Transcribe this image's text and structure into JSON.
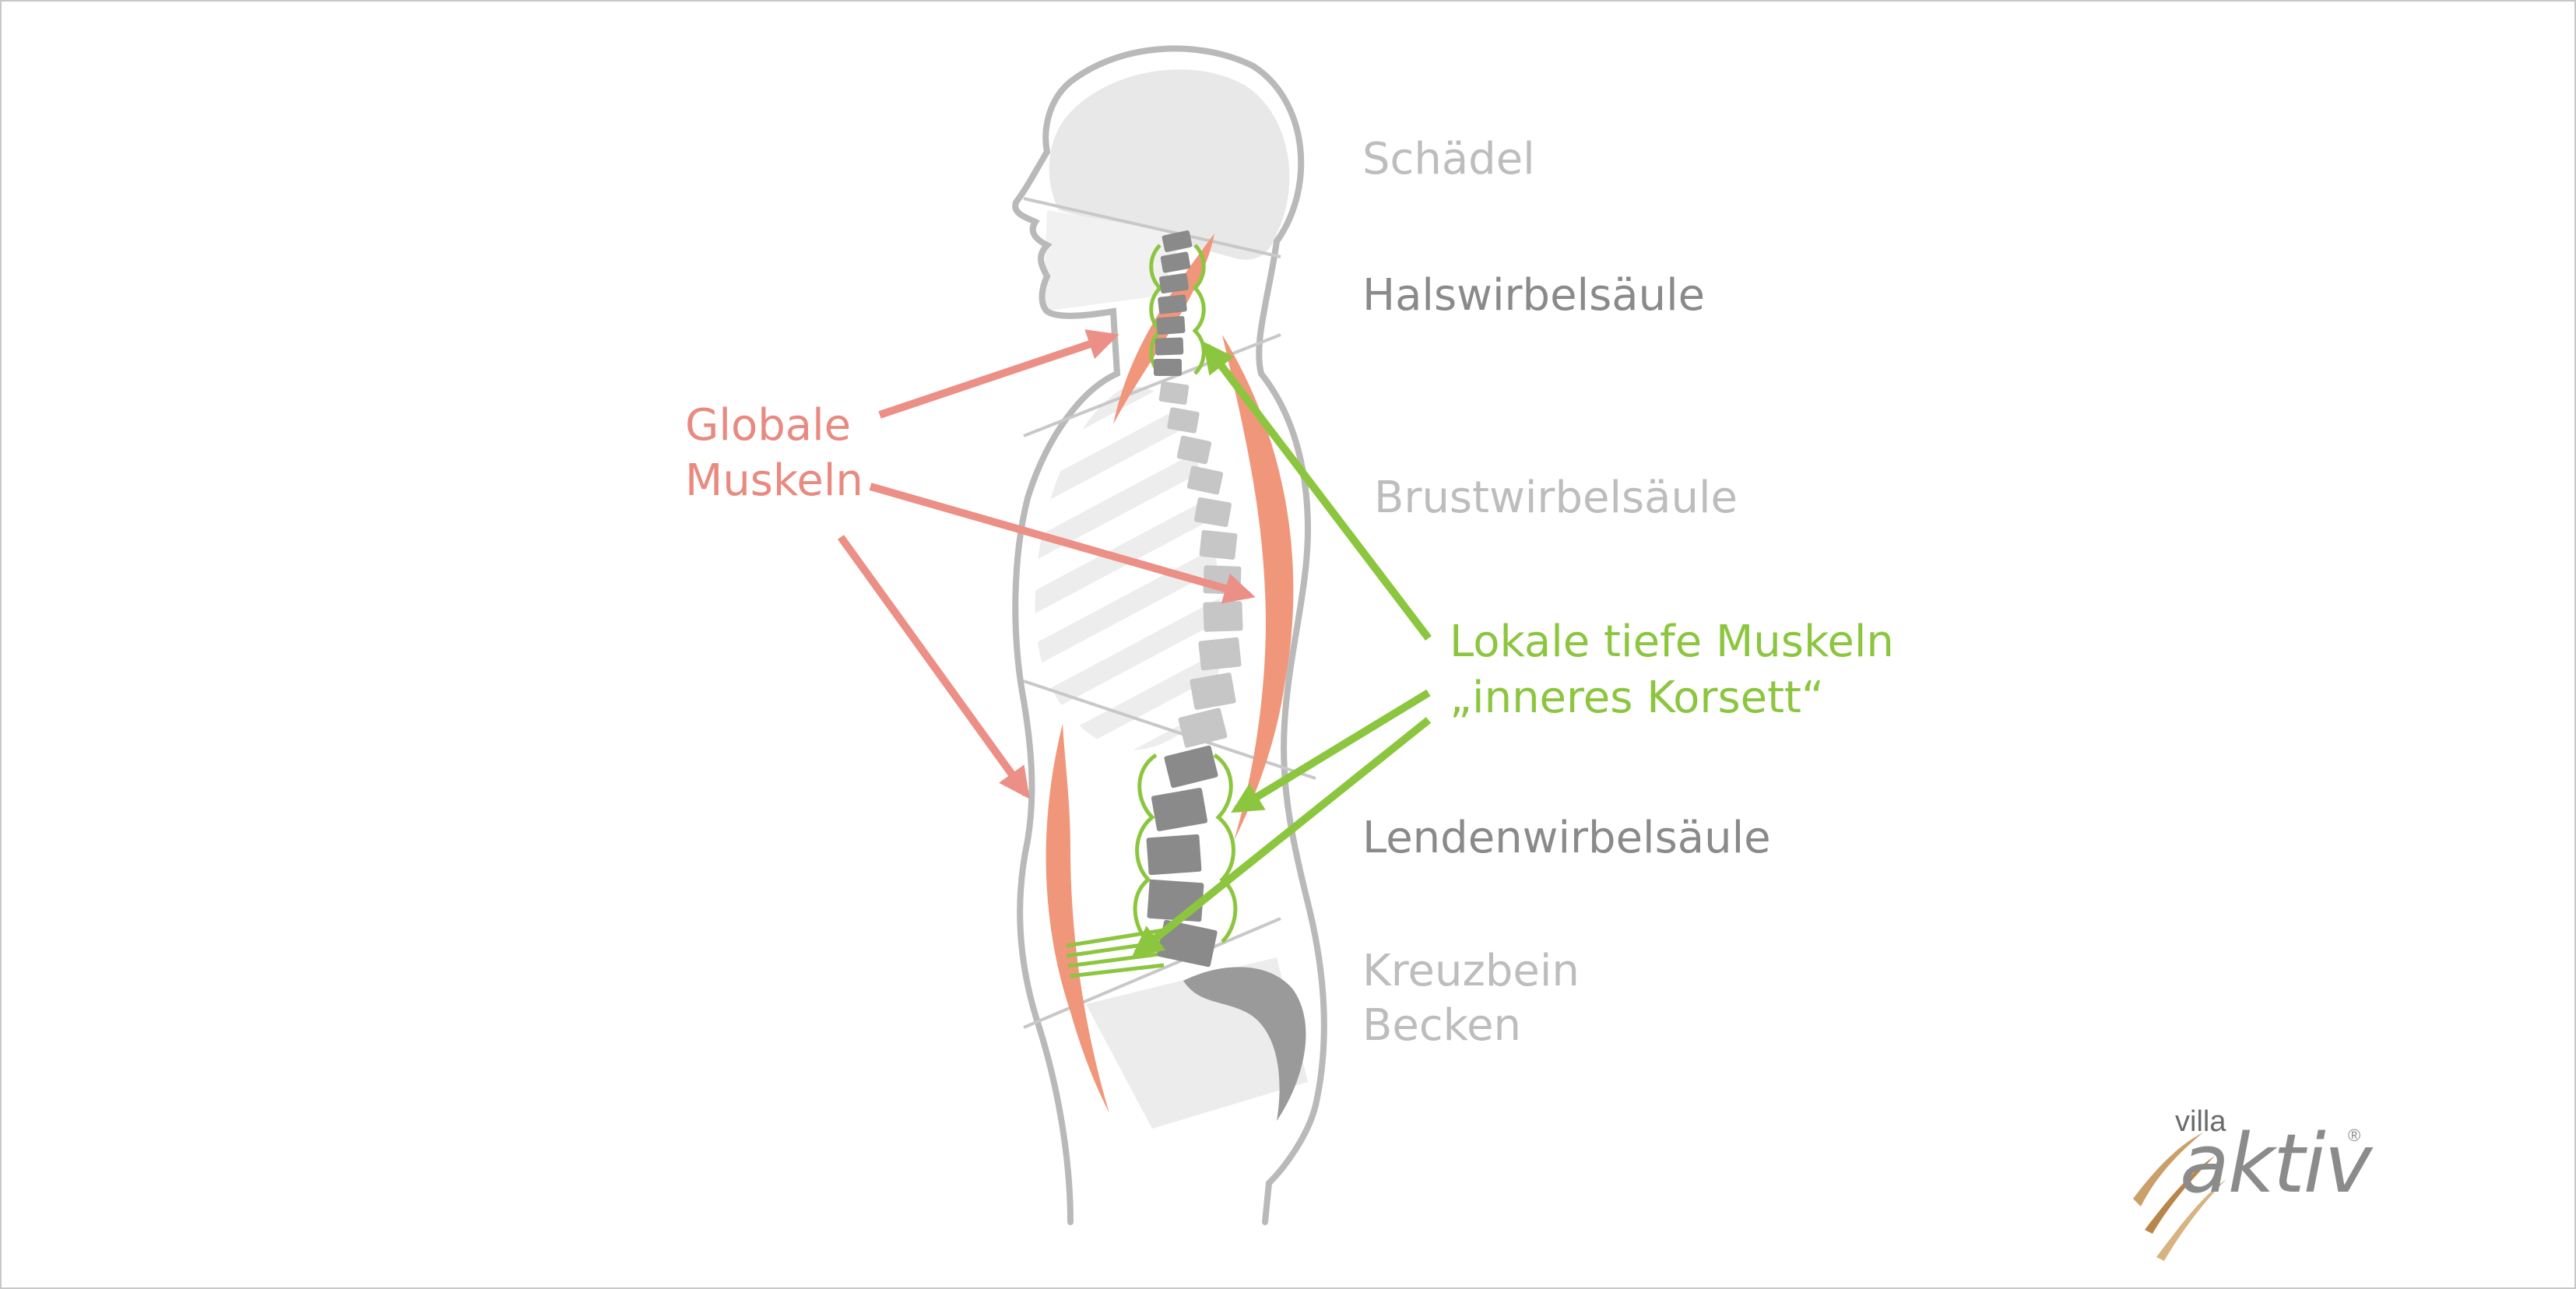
{
  "labels": {
    "schaedel": "Schädel",
    "halswirbelsaeule": "Halswirbelsäule",
    "brustwirbelsaeule": "Brustwirbelsäule",
    "lendenwirbelsaeule": "Lendenwirbelsäule",
    "kreuzbein": "Kreuzbein",
    "becken": "Becken",
    "globale_line1": "Globale",
    "globale_line2": "Muskeln",
    "lokale_line1": "Lokale tiefe Muskeln",
    "lokale_line2": "„inneres Korsett“"
  },
  "logo": {
    "villa": "villa",
    "aktiv": "aktiv",
    "registered": "®"
  },
  "colors": {
    "outline": "#b9b9b9",
    "skull_fill": "#e8e8e8",
    "vertebra_dark": "#8a8a8a",
    "vertebra_light": "#c6c6c6",
    "global_muscle": "#f0977b",
    "global_arrow": "#ec8f86",
    "local_muscle": "#8cc63f",
    "pelvis_fill": "#ececec"
  }
}
